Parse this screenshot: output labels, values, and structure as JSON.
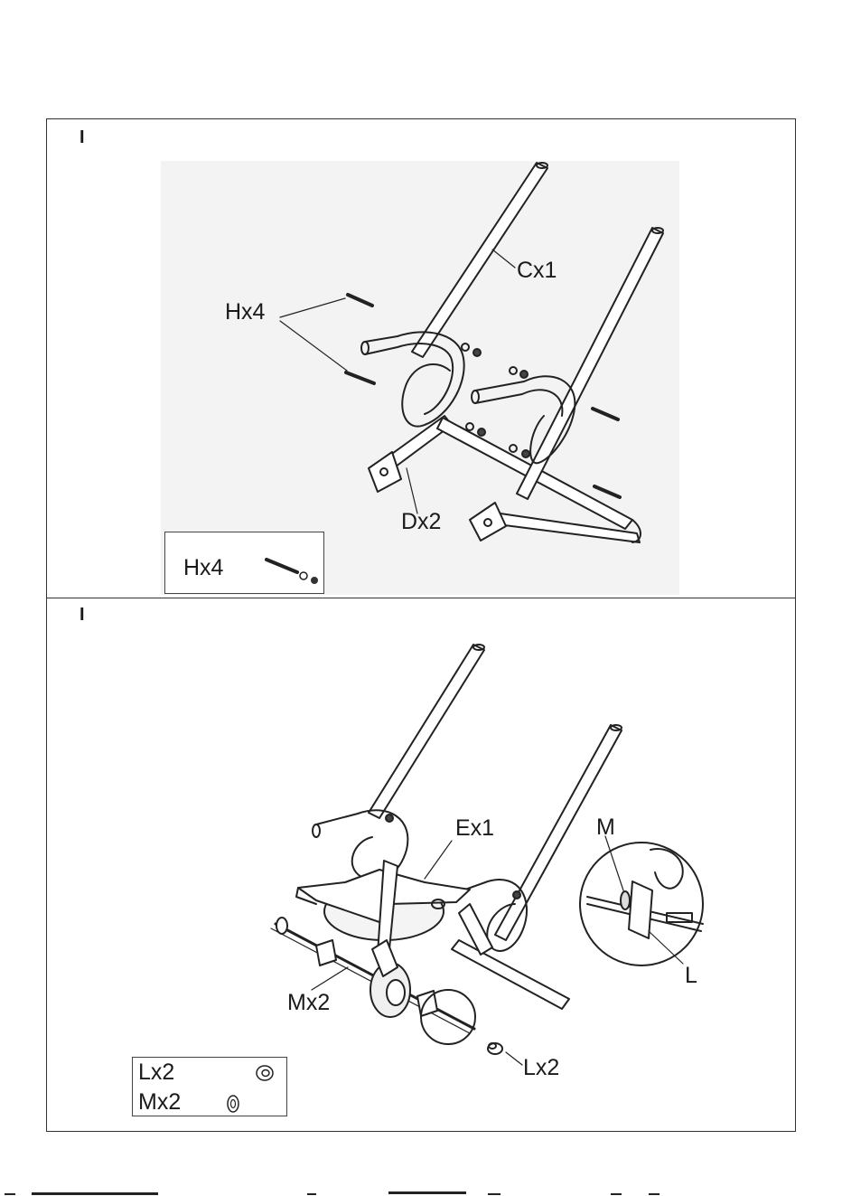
{
  "step1": {
    "marker": "I",
    "labels": {
      "c": "Cx1",
      "h": "Hx4",
      "d": "Dx2"
    },
    "parts_box": {
      "label": "Hx4"
    }
  },
  "step2": {
    "marker": "I",
    "labels": {
      "e": "Ex1",
      "m": "M",
      "l": "L",
      "mx": "Mx2",
      "lx": "Lx2"
    },
    "parts_box": {
      "items": [
        {
          "label": "Lx2"
        },
        {
          "label": "Mx2"
        }
      ]
    }
  }
}
